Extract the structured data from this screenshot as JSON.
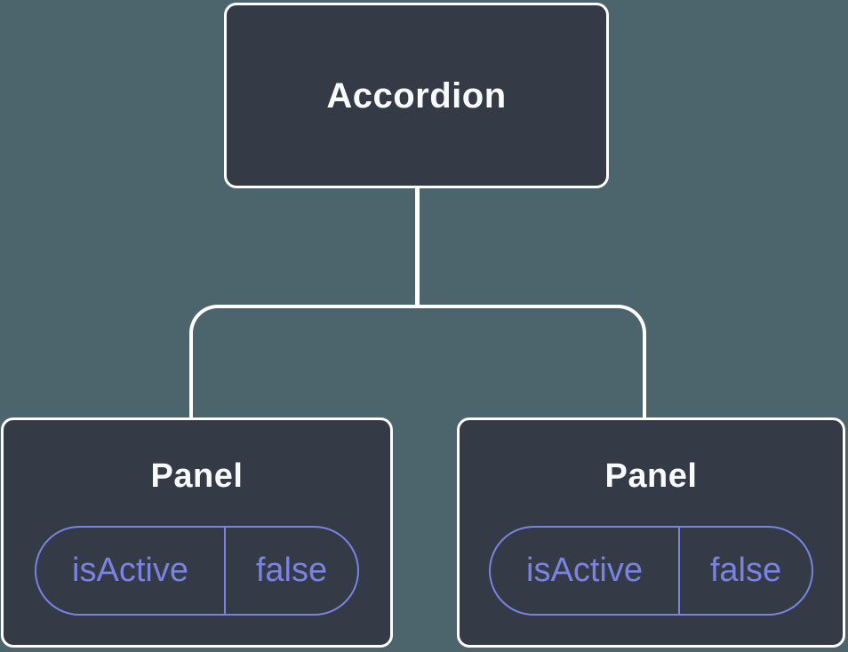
{
  "colors": {
    "background": "#4c646c",
    "node-bg": "#343b46",
    "node-border": "#ffffff",
    "node-text": "#f9fafb",
    "connector": "#ffffff",
    "accent": "#7a82e2"
  },
  "tree": {
    "root": {
      "label": "Accordion"
    },
    "children": [
      {
        "label": "Panel",
        "props": [
          {
            "name": "isActive",
            "value": "false"
          }
        ]
      },
      {
        "label": "Panel",
        "props": [
          {
            "name": "isActive",
            "value": "false"
          }
        ]
      }
    ]
  }
}
